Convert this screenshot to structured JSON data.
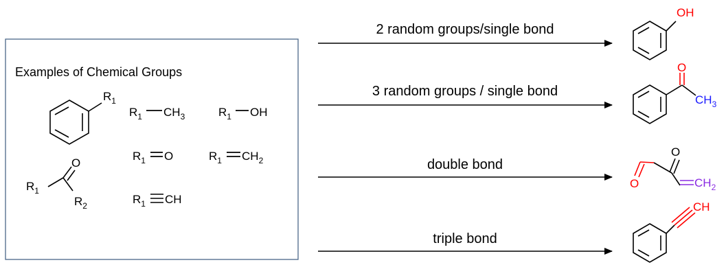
{
  "examples_panel": {
    "title": "Examples of Chemical Groups",
    "groups": {
      "benzene_r1": {
        "r": "R",
        "r_sub": "1"
      },
      "methyl": {
        "r": "R",
        "r_sub": "1",
        "group": "CH",
        "group_sub": "3"
      },
      "hydroxyl": {
        "r": "R",
        "r_sub": "1",
        "group": "OH"
      },
      "carbonyl_o": {
        "r": "R",
        "r_sub": "1",
        "group": "O"
      },
      "methylene": {
        "r": "R",
        "r_sub": "1",
        "group": "CH",
        "group_sub": "2"
      },
      "ketone": {
        "r1": "R",
        "r1_sub": "1",
        "r2": "R",
        "r2_sub": "2",
        "o": "O"
      },
      "alkyne": {
        "r": "R",
        "r_sub": "1",
        "group": "CH"
      }
    }
  },
  "reactions": [
    {
      "label": "2 random groups/single bond"
    },
    {
      "label": "3 random groups / single bond"
    },
    {
      "label": "double bond"
    },
    {
      "label": "triple bond"
    }
  ],
  "products": {
    "phenol": {
      "oh": "OH"
    },
    "acetophenone": {
      "o": "O",
      "ch": "CH",
      "ch_sub": "3"
    },
    "double_bond": {
      "o1": "O",
      "o2": "O",
      "ch": "CH",
      "ch_sub": "2"
    },
    "phenylacetylene": {
      "ch": "CH"
    }
  },
  "colors": {
    "black": "#000000",
    "panel_border": "#4a6788",
    "red": "#ff0000",
    "blue": "#1a1aff",
    "purple": "#8a2be2"
  }
}
